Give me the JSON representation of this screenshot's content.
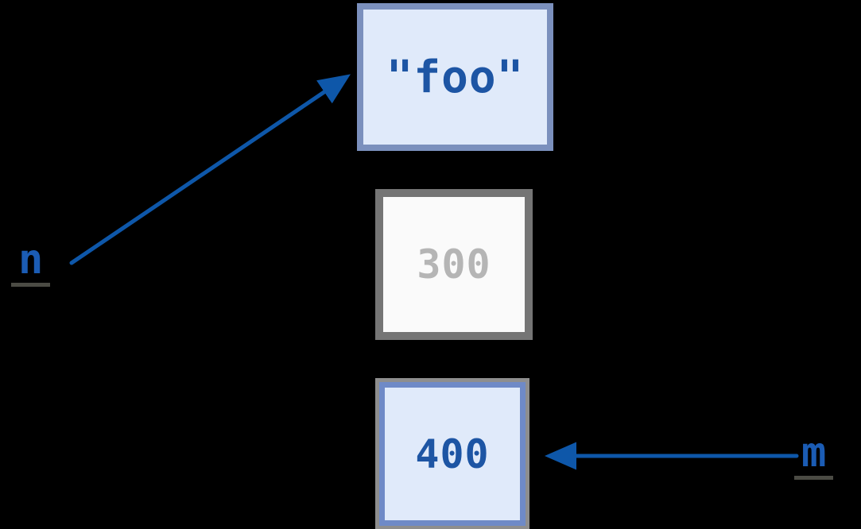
{
  "diagram": {
    "background": "#000000",
    "labels": {
      "n": "n",
      "m": "m"
    },
    "boxes": {
      "string": {
        "value": "\"foo\""
      },
      "old_int": {
        "value": "300"
      },
      "new_int": {
        "value": "400"
      }
    },
    "colors": {
      "arrow": "#0e57a9",
      "label_text": "#1b5cb4",
      "label_underline": "#4b4b44",
      "blue_box_fill": "#e0eafa",
      "blue_box_border": "#7b90bd",
      "blue_box_text": "#1d55a4",
      "new_box_border": "#6f8ac7",
      "new_box_outline": "#8e8e8e",
      "gray_box_fill": "#fafafa",
      "gray_box_border": "#757575",
      "gray_box_text": "#b5b5b5"
    }
  }
}
